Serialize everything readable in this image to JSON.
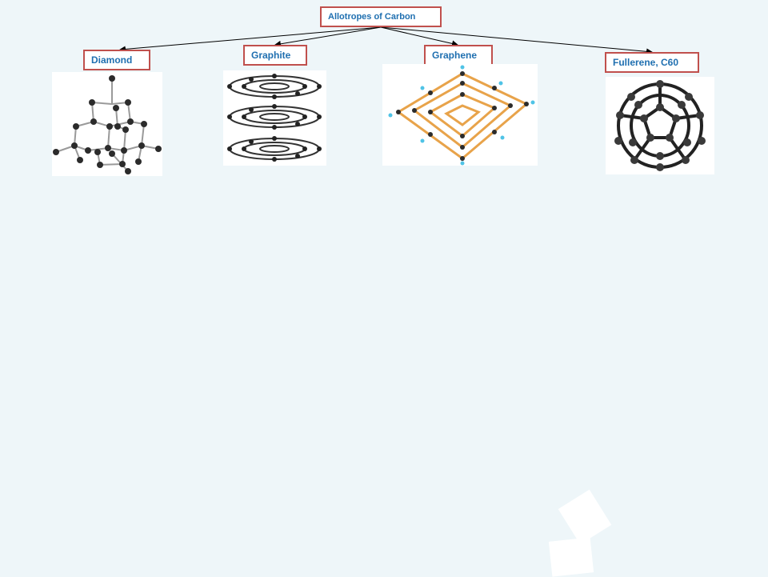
{
  "diagram": {
    "root": "Allotropes of Carbon",
    "children": [
      {
        "label": "Diamond",
        "icon": "diamond-structure-icon"
      },
      {
        "label": "Graphite",
        "icon": "graphite-structure-icon"
      },
      {
        "label": "Graphene",
        "icon": "graphene-structure-icon"
      },
      {
        "label": "Fullerene, C60",
        "icon": "fullerene-structure-icon"
      }
    ]
  },
  "colors": {
    "background": "#eef6f9",
    "box_border": "#c0504d",
    "box_text": "#1f6fb0",
    "atom": "#2b2b2b",
    "graphene_bond": "#e8a34a",
    "graphene_hydrogen": "#4fc3e6"
  }
}
